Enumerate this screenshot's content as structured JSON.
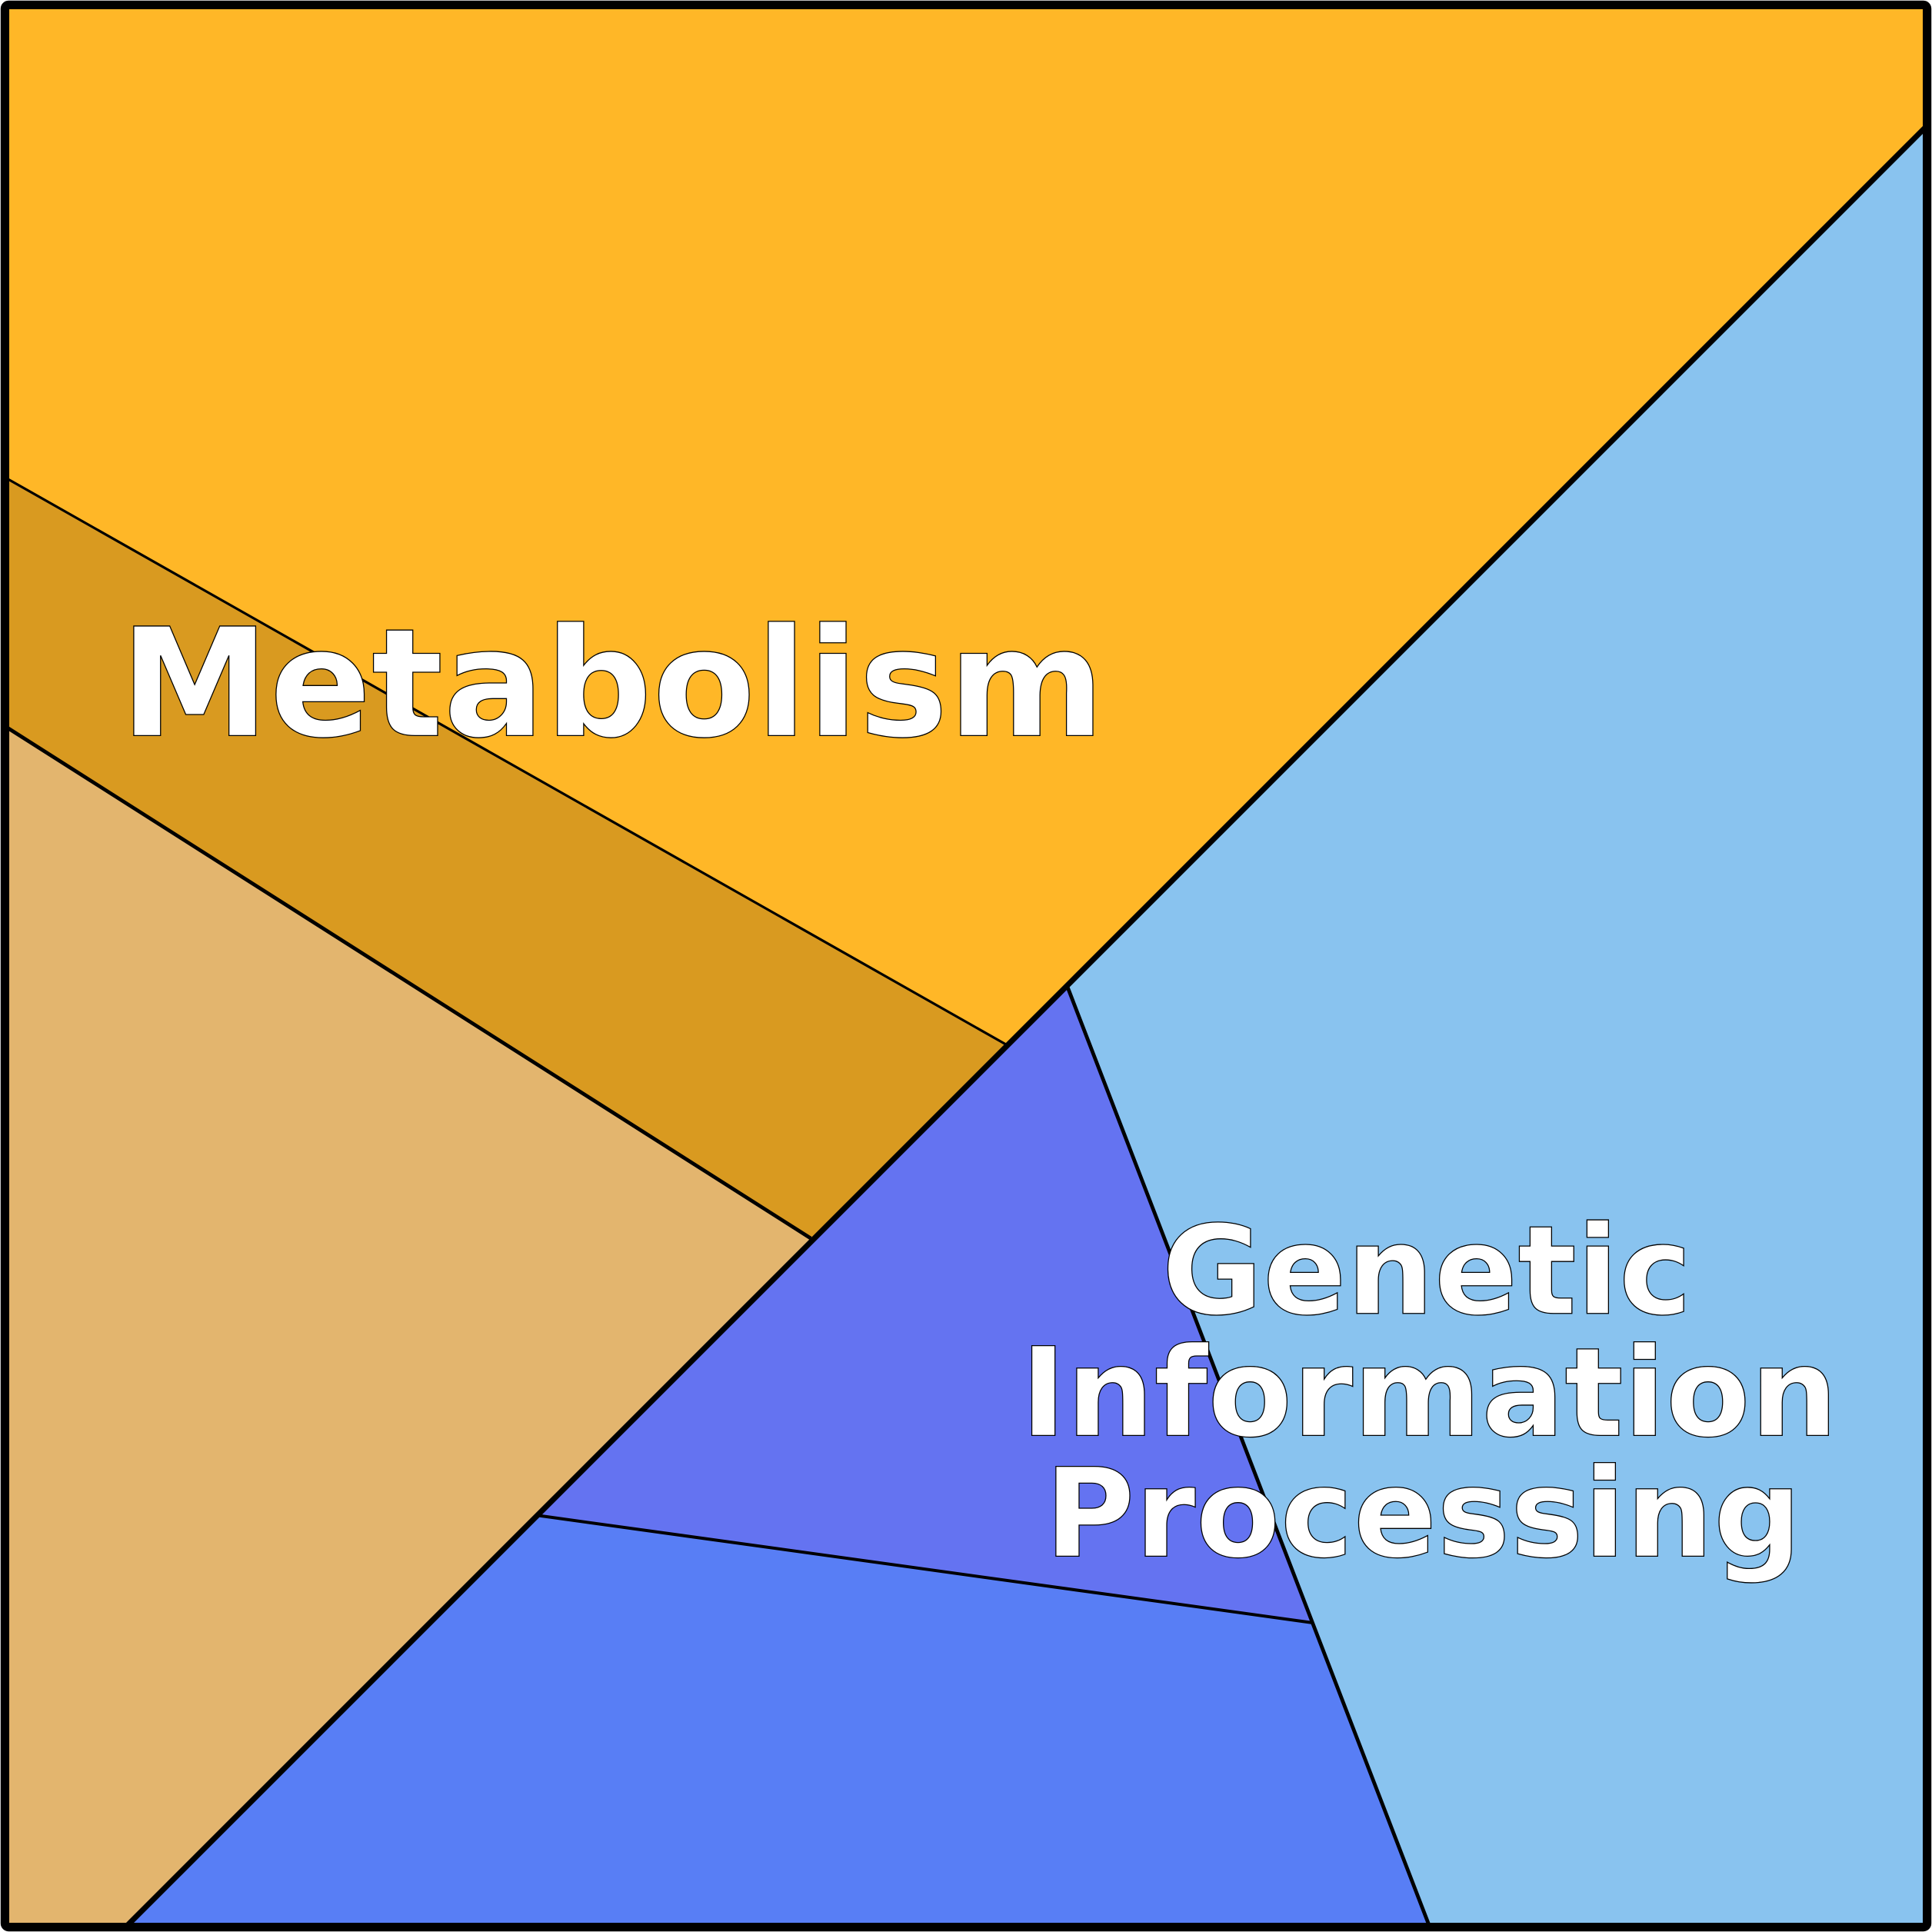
{
  "title": "Voronoi treemap",
  "groups": [
    {
      "label": "Metabolism",
      "color": "#FFB727"
    },
    {
      "label_lines": [
        "Genetic",
        "Information",
        "Processing"
      ],
      "color": "#89C3EF"
    }
  ],
  "cells": [
    {
      "group": "Metabolism",
      "color": "#FFB727"
    },
    {
      "group": "Metabolism",
      "color": "#D99A20"
    },
    {
      "group": "Metabolism",
      "color": "#E3B56E"
    },
    {
      "group": "Genetic Information Processing",
      "color": "#89C3EF"
    },
    {
      "group": "Genetic Information Processing",
      "color": "#6473F1"
    },
    {
      "group": "Genetic Information Processing",
      "color": "#587EF5"
    }
  ]
}
